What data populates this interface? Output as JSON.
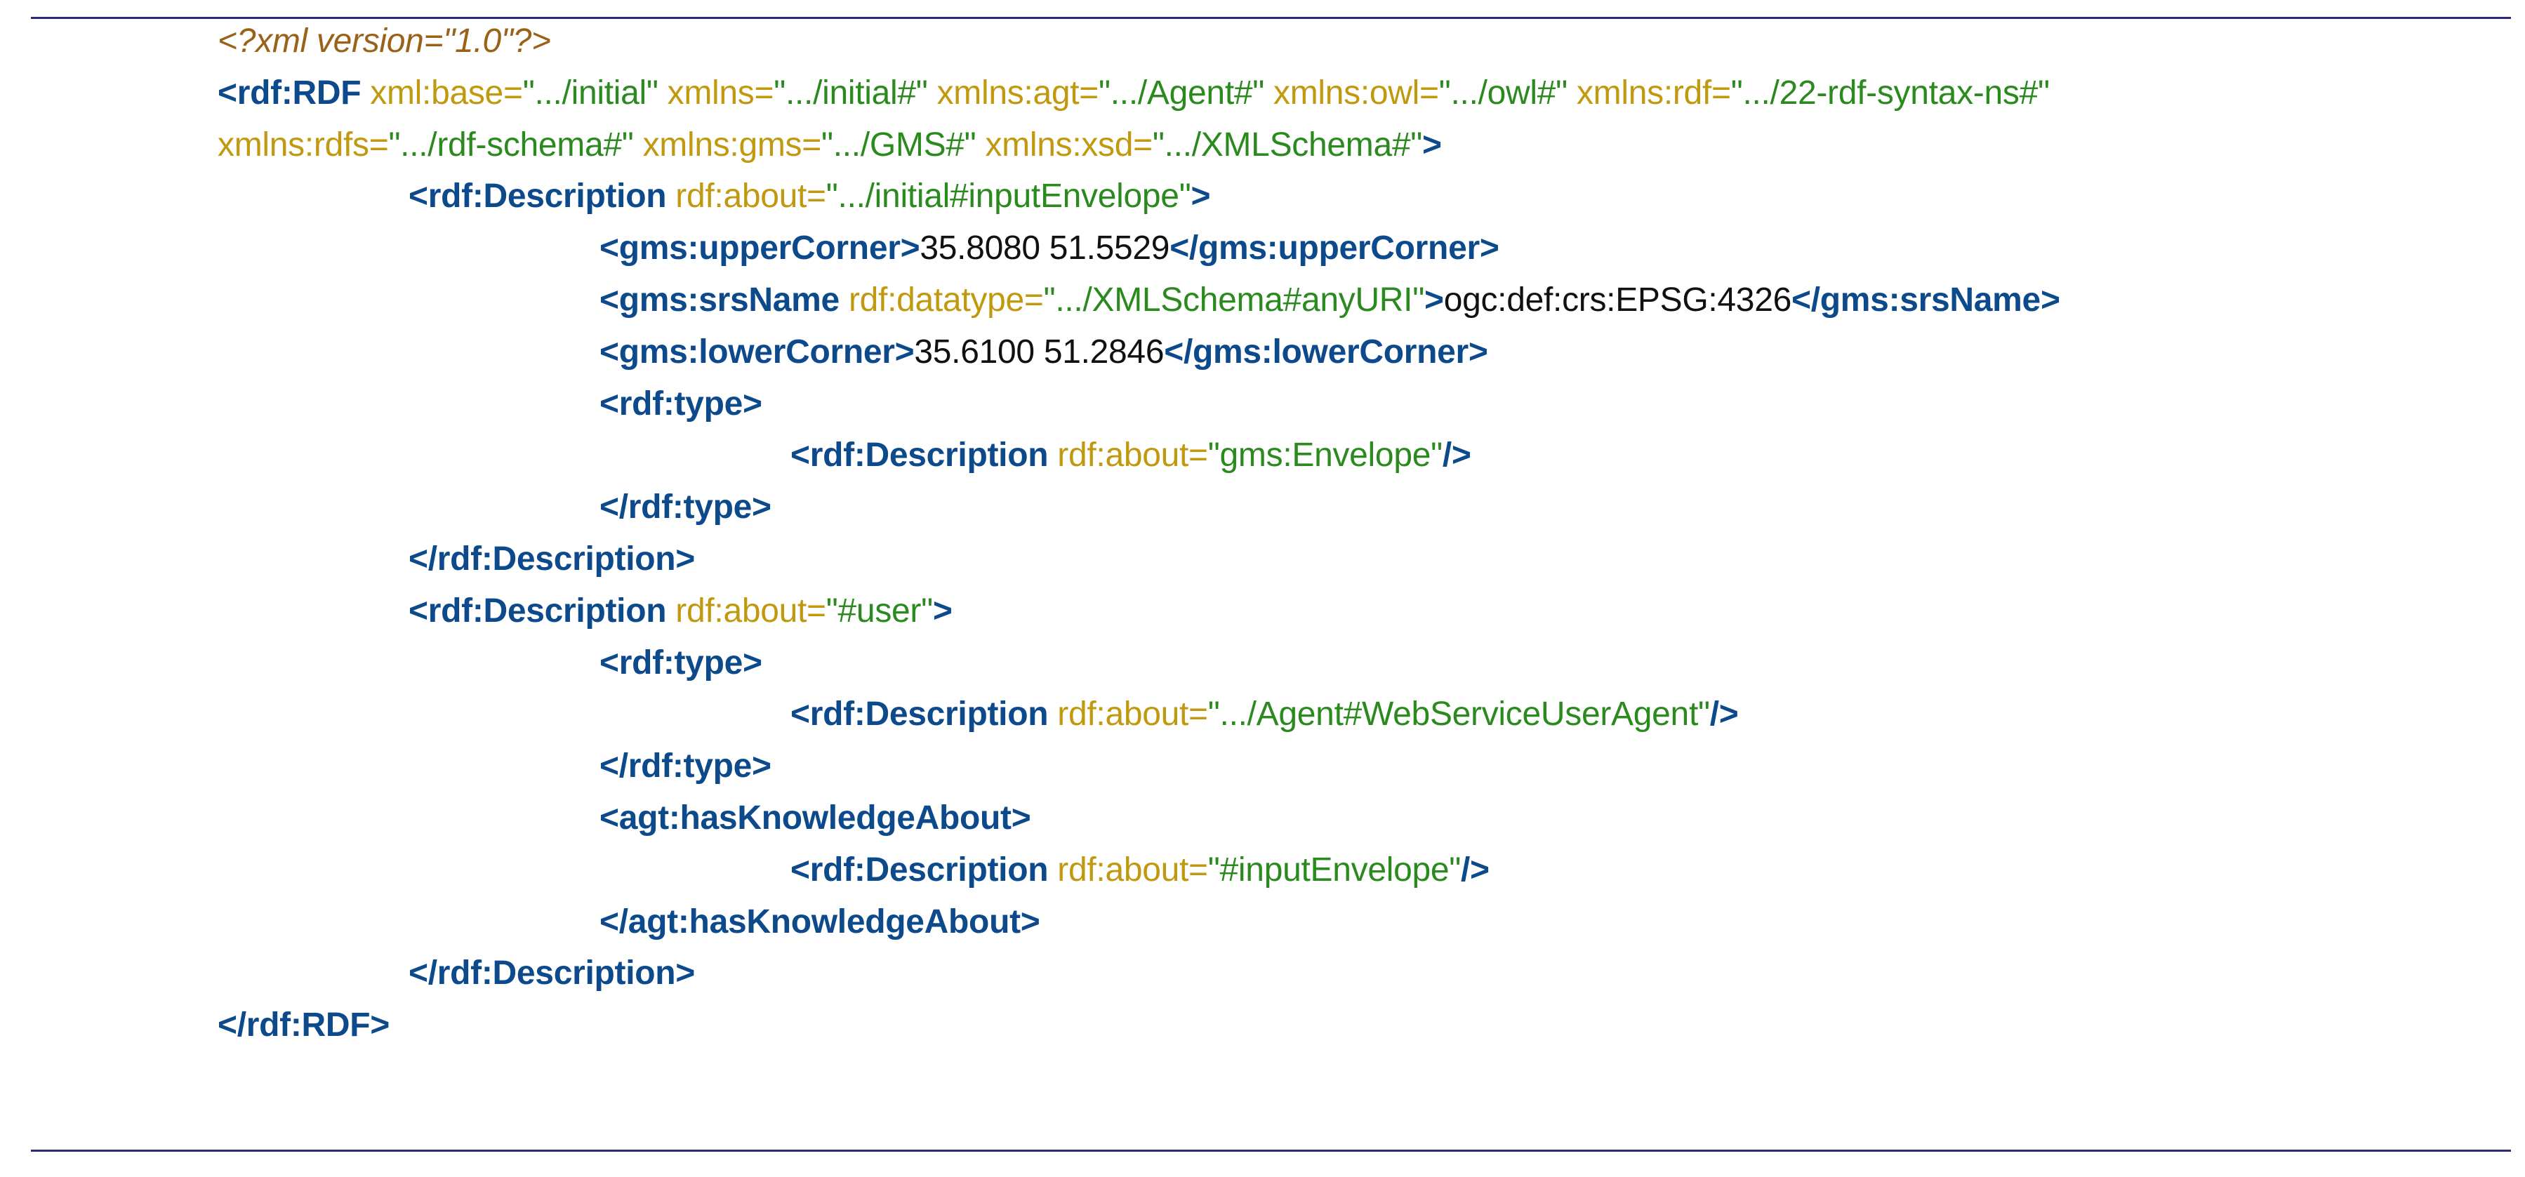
{
  "xml_declaration": "<?xml version=\"1.0\"?>",
  "lines": [
    {
      "indent": 0,
      "parts": [
        {
          "t": "decl",
          "v": "<?xml version=\"1.0\"?>"
        }
      ]
    },
    {
      "indent": 0,
      "parts": [
        {
          "t": "tag",
          "v": "<rdf:RDF"
        },
        {
          "t": "attr",
          "v": " xml:base="
        },
        {
          "t": "val",
          "v": "\".../initial\""
        },
        {
          "t": "attr",
          "v": " xmlns="
        },
        {
          "t": "val",
          "v": "\".../initial#\""
        },
        {
          "t": "attr",
          "v": " xmlns:agt="
        },
        {
          "t": "val",
          "v": "\".../Agent#\""
        },
        {
          "t": "attr",
          "v": " xmlns:owl="
        },
        {
          "t": "val",
          "v": "\".../owl#\""
        },
        {
          "t": "attr",
          "v": " xmlns:rdf="
        },
        {
          "t": "val",
          "v": "\".../22-rdf-syntax-ns#\""
        }
      ]
    },
    {
      "indent": 0,
      "parts": [
        {
          "t": "attr",
          "v": "xmlns:rdfs="
        },
        {
          "t": "val",
          "v": "\".../rdf-schema#\""
        },
        {
          "t": "attr",
          "v": " xmlns:gms="
        },
        {
          "t": "val",
          "v": "\".../GMS#\""
        },
        {
          "t": "attr",
          "v": " xmlns:xsd="
        },
        {
          "t": "val",
          "v": "\".../XMLSchema#\""
        },
        {
          "t": "tag",
          "v": ">"
        }
      ]
    },
    {
      "indent": 1,
      "parts": [
        {
          "t": "tag",
          "v": "<rdf:Description"
        },
        {
          "t": "attr",
          "v": " rdf:about="
        },
        {
          "t": "val",
          "v": "\".../initial#inputEnvelope\""
        },
        {
          "t": "tag",
          "v": ">"
        }
      ]
    },
    {
      "indent": 2,
      "parts": [
        {
          "t": "tag",
          "v": "<gms:upperCorner>"
        },
        {
          "t": "txt",
          "v": "35.8080 51.5529"
        },
        {
          "t": "tag",
          "v": "</gms:upperCorner>"
        }
      ]
    },
    {
      "indent": 2,
      "parts": [
        {
          "t": "tag",
          "v": "<gms:srsName"
        },
        {
          "t": "attr",
          "v": " rdf:datatype="
        },
        {
          "t": "val",
          "v": "\".../XMLSchema#anyURI\""
        },
        {
          "t": "tag",
          "v": ">"
        },
        {
          "t": "txt",
          "v": "ogc:def:crs:EPSG:4326"
        },
        {
          "t": "tag",
          "v": "</gms:srsName>"
        }
      ]
    },
    {
      "indent": 2,
      "parts": [
        {
          "t": "tag",
          "v": "<gms:lowerCorner>"
        },
        {
          "t": "txt",
          "v": "35.6100 51.2846"
        },
        {
          "t": "tag",
          "v": "</gms:lowerCorner>"
        }
      ]
    },
    {
      "indent": 2,
      "parts": [
        {
          "t": "tag",
          "v": "<rdf:type>"
        }
      ]
    },
    {
      "indent": 3,
      "parts": [
        {
          "t": "tag",
          "v": "<rdf:Description"
        },
        {
          "t": "attr",
          "v": " rdf:about="
        },
        {
          "t": "val",
          "v": "\"gms:Envelope\""
        },
        {
          "t": "tag",
          "v": "/>"
        }
      ]
    },
    {
      "indent": 2,
      "parts": [
        {
          "t": "tag",
          "v": "</rdf:type>"
        }
      ]
    },
    {
      "indent": 1,
      "parts": [
        {
          "t": "tag",
          "v": "</rdf:Description>"
        }
      ]
    },
    {
      "indent": 1,
      "parts": [
        {
          "t": "tag",
          "v": "<rdf:Description"
        },
        {
          "t": "attr",
          "v": " rdf:about="
        },
        {
          "t": "val",
          "v": "\"#user\""
        },
        {
          "t": "tag",
          "v": ">"
        }
      ]
    },
    {
      "indent": 2,
      "parts": [
        {
          "t": "tag",
          "v": "<rdf:type>"
        }
      ]
    },
    {
      "indent": 3,
      "parts": [
        {
          "t": "tag",
          "v": "<rdf:Description"
        },
        {
          "t": "attr",
          "v": " rdf:about="
        },
        {
          "t": "val",
          "v": "\".../Agent#WebServiceUserAgent\""
        },
        {
          "t": "tag",
          "v": "/>"
        }
      ]
    },
    {
      "indent": 2,
      "parts": [
        {
          "t": "tag",
          "v": "</rdf:type>"
        }
      ]
    },
    {
      "indent": 2,
      "parts": [
        {
          "t": "tag",
          "v": "<agt:hasKnowledgeAbout>"
        }
      ]
    },
    {
      "indent": 3,
      "parts": [
        {
          "t": "tag",
          "v": "<rdf:Description"
        },
        {
          "t": "attr",
          "v": " rdf:about="
        },
        {
          "t": "val",
          "v": "\"#inputEnvelope\""
        },
        {
          "t": "tag",
          "v": "/>"
        }
      ]
    },
    {
      "indent": 2,
      "parts": [
        {
          "t": "tag",
          "v": "</agt:hasKnowledgeAbout>"
        }
      ]
    },
    {
      "indent": 1,
      "parts": [
        {
          "t": "tag",
          "v": "</rdf:Description>"
        }
      ]
    },
    {
      "indent": 0,
      "parts": [
        {
          "t": "tag",
          "v": "</rdf:RDF>"
        }
      ]
    }
  ]
}
